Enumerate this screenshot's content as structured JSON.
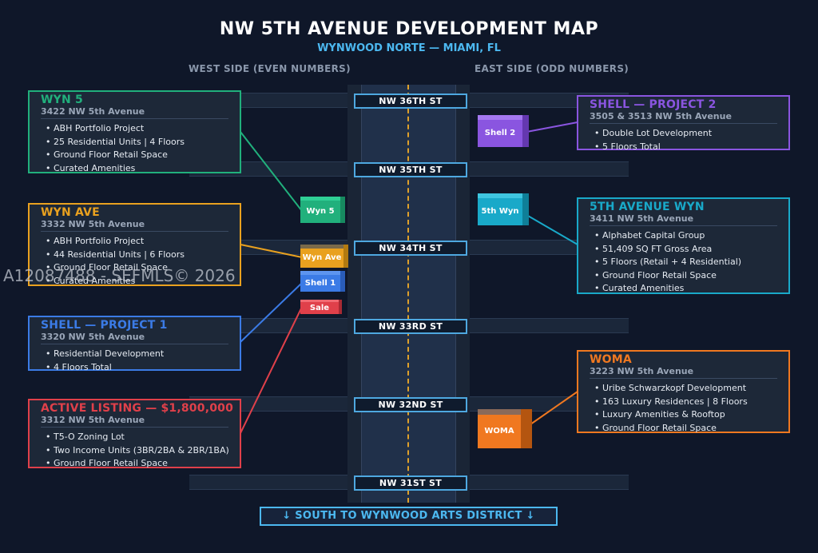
{
  "header": {
    "title": "NW 5TH AVENUE DEVELOPMENT MAP",
    "subtitle": "WYNWOOD NORTE — MIAMI, FL",
    "west_label": "WEST SIDE (EVEN NUMBERS)",
    "east_label": "EAST SIDE (ODD NUMBERS)"
  },
  "streets": [
    "NW 36TH ST",
    "NW 35TH ST",
    "NW 34TH ST",
    "NW 33RD ST",
    "NW 32ND ST",
    "NW 31ST ST"
  ],
  "markers": {
    "wyn5": "Wyn 5",
    "wynave": "Wyn Ave",
    "shell1": "Shell 1",
    "sale": "Sale",
    "shell2": "Shell 2",
    "fifthwyn": "5th Wyn",
    "woma": "WOMA"
  },
  "cards": {
    "wyn5": {
      "title": "WYN 5",
      "address": "3422 NW 5th Avenue",
      "items": [
        "ABH Portfolio Project",
        "25 Residential Units | 4 Floors",
        "Ground Floor Retail Space",
        "Curated Amenities"
      ]
    },
    "wynave": {
      "title": "WYN AVE",
      "address": "3332 NW 5th Avenue",
      "items": [
        "ABH Portfolio Project",
        "44 Residential Units | 6 Floors",
        "Ground Floor Retail Space",
        "Curated Amenities"
      ]
    },
    "shell1": {
      "title": "SHELL — PROJECT 1",
      "address": "3320 NW 5th Avenue",
      "items": [
        "Residential Development",
        "4 Floors Total"
      ]
    },
    "listing": {
      "title": "ACTIVE LISTING — $1,800,000",
      "address": "3312 NW 5th Avenue",
      "items": [
        "T5-O Zoning Lot",
        "Two Income Units (3BR/2BA & 2BR/1BA)",
        "Ground Floor Retail Space"
      ]
    },
    "shell2": {
      "title": "SHELL — PROJECT 2",
      "address": "3505 & 3513 NW 5th Avenue",
      "items": [
        "Double Lot Development",
        "5 Floors Total"
      ]
    },
    "fifthwyn": {
      "title": "5TH AVENUE WYN",
      "address": "3411 NW 5th Avenue",
      "items": [
        "Alphabet Capital Group",
        "51,409 SQ FT Gross Area",
        "5 Floors (Retail + 4 Residential)",
        "Ground Floor Retail Space",
        "Curated Amenities"
      ]
    },
    "woma": {
      "title": "WOMA",
      "address": "3223 NW 5th Avenue",
      "items": [
        "Uribe Schwarzkopf Development",
        "163 Luxury Residences | 8 Floors",
        "Luxury Amenities & Rooftop",
        "Ground Floor Retail Space"
      ]
    }
  },
  "footer": {
    "label": "↓  SOUTH TO WYNWOOD ARTS DISTRICT  ↓"
  },
  "watermark": "A12087488 - SEFMLS© 2026",
  "colors": {
    "wyn5": "#21b07c",
    "wynave": "#e9a11f",
    "shell1": "#3b7be6",
    "sale": "#e0404a",
    "shell2": "#8a55e0",
    "fifthwyn": "#19a9c9",
    "woma": "#f07820"
  }
}
